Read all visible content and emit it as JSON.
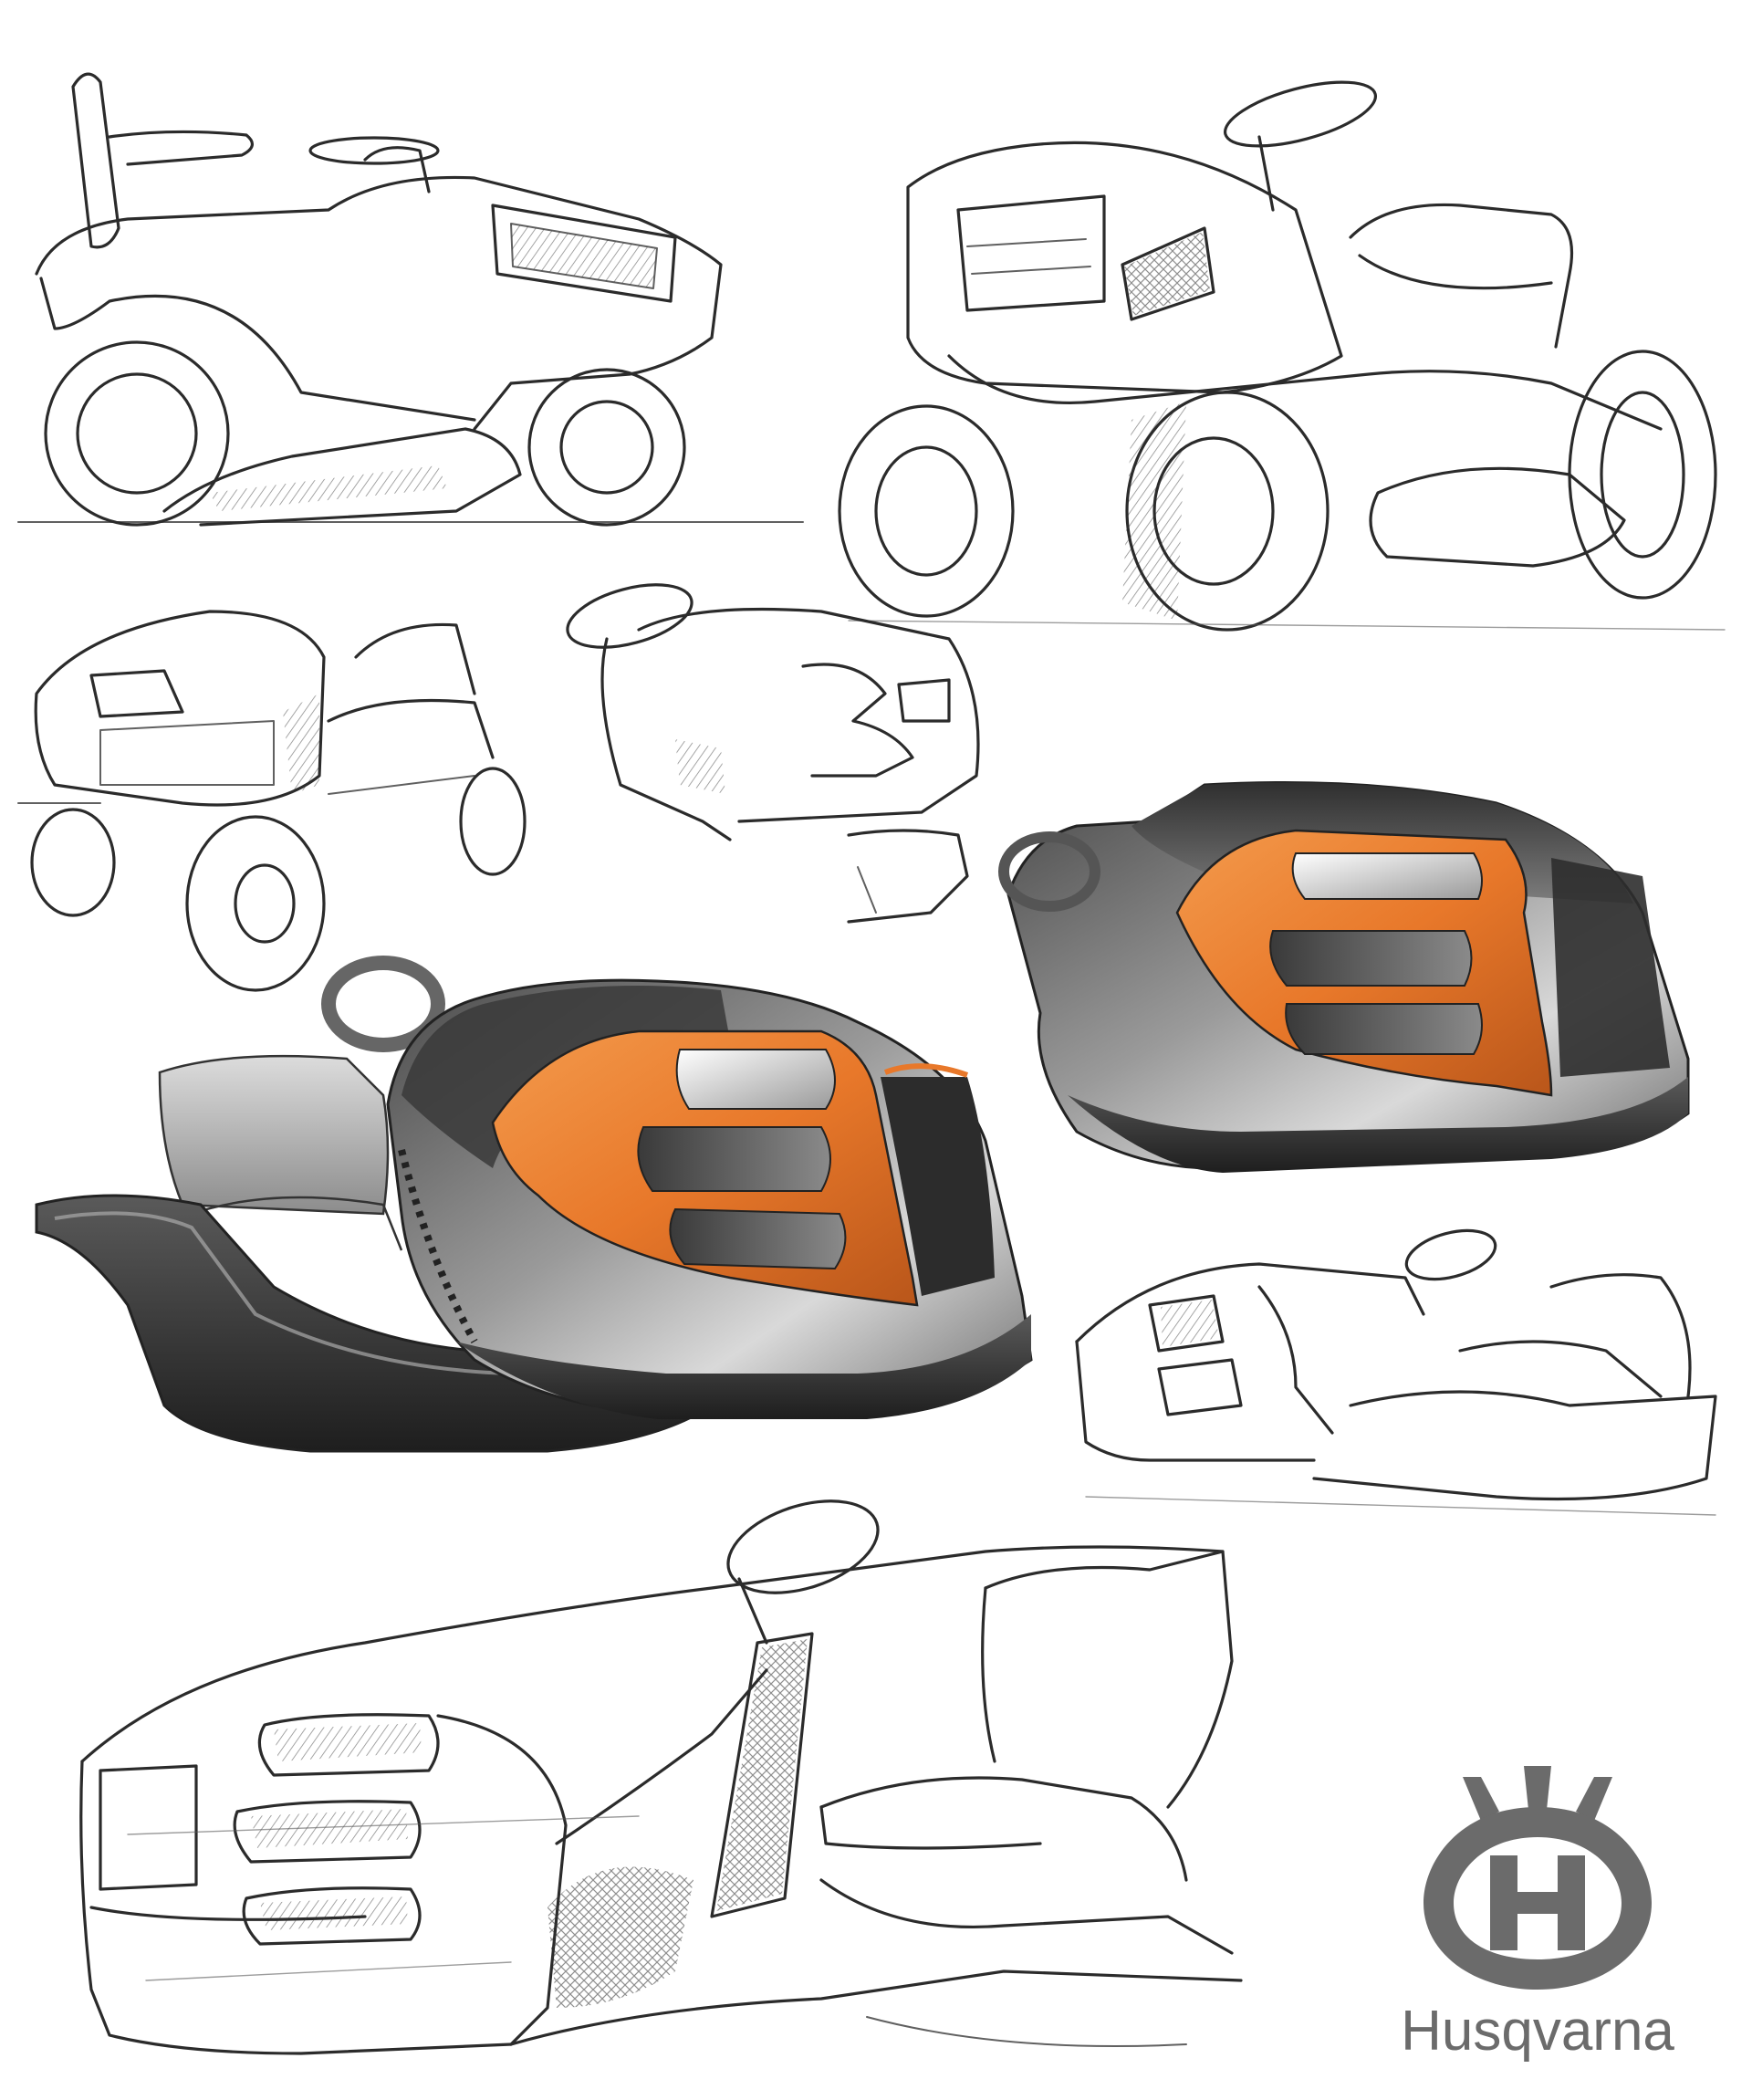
{
  "brand": {
    "name": "Husqvarna",
    "logo_icon": "husqvarna-crown-h-icon",
    "color": "#6b6b6b"
  },
  "colors": {
    "ink": "#2b2b2b",
    "accent_orange": "#e8782a",
    "body_grey": "#7a7a7a",
    "dark_grey": "#333333"
  },
  "sketches": [
    {
      "name": "side-view-line-sketch",
      "style": "line"
    },
    {
      "name": "front-three-quarter-line-sketch",
      "style": "line"
    },
    {
      "name": "front-hood-small-sketch",
      "style": "line"
    },
    {
      "name": "hood-with-steering-small-sketch",
      "style": "line"
    },
    {
      "name": "rendered-hood-right",
      "style": "rendered"
    },
    {
      "name": "rendered-hood-main",
      "style": "rendered"
    },
    {
      "name": "seat-hood-small-sketch",
      "style": "line"
    },
    {
      "name": "large-bottom-line-sketch",
      "style": "line"
    }
  ]
}
